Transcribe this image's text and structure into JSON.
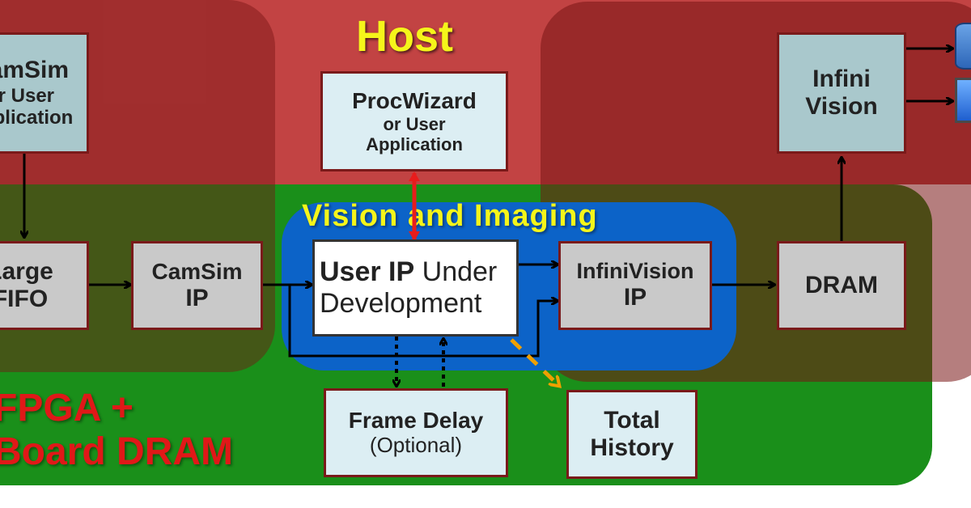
{
  "regions": {
    "host_title": "Host",
    "vision_title": "Vision and Imaging",
    "fpga_title_line1": "FPGA +",
    "fpga_title_line2": "Board DRAM"
  },
  "boxes": {
    "camsim_app": {
      "line1": "CamSim",
      "line2": "or User",
      "line3": "Application"
    },
    "procwizard": {
      "line1": "ProcWizard",
      "line2": "or User",
      "line3": "Application"
    },
    "infinivision_host": {
      "line1": "Infini",
      "line2": "Vision"
    },
    "large_fifo": {
      "line1": "Large",
      "line2": "FIFO"
    },
    "camsim_ip": {
      "line1": "CamSim",
      "line2": "IP"
    },
    "user_ip": {
      "line1_bold": "User IP",
      "line1_rest": " Under",
      "line2": "Development"
    },
    "infinivision_ip": {
      "line1": "InfiniVision",
      "line2": "IP"
    },
    "dram": {
      "line1": "DRAM"
    },
    "frame_delay": {
      "line1": "Frame Delay",
      "line2": "(Optional)"
    },
    "total_history": {
      "line1": "Total",
      "line2": "History"
    }
  },
  "icons": {
    "storage": "database-icon",
    "display": "monitor-icon"
  },
  "colors": {
    "host": "#c24343",
    "fpga": "#1a8f1a",
    "vision": "#0c63c8",
    "title_yellow": "#f5f51a",
    "fpga_title_red": "#e01818",
    "bidir_arrow": "#e81c1c",
    "history_arrow": "#f0a000"
  }
}
